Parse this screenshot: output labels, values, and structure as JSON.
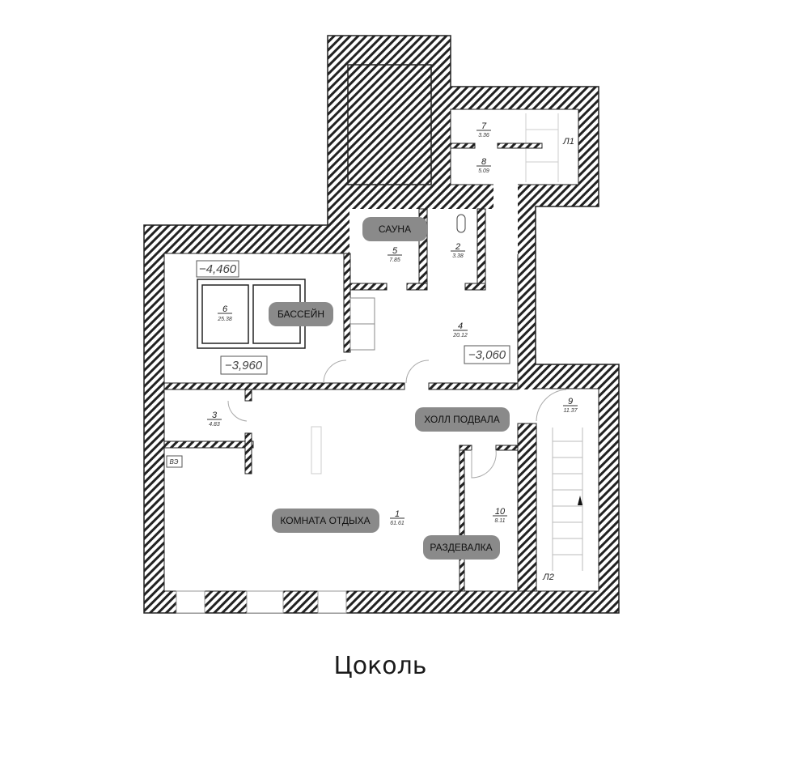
{
  "caption": "Цоколь",
  "rooms": [
    {
      "number": "1",
      "area": "61.61",
      "label": "КОМНАТА ОТДЫХА"
    },
    {
      "number": "2",
      "area": "3.38"
    },
    {
      "number": "3",
      "area": "4.83"
    },
    {
      "number": "4",
      "area": "20.12",
      "label": "ХОЛЛ ПОДВАЛА"
    },
    {
      "number": "5",
      "area": "7.85",
      "label": "САУНА"
    },
    {
      "number": "6",
      "area": "25.38",
      "label": "БАССЕЙН"
    },
    {
      "number": "7",
      "area": "3.36"
    },
    {
      "number": "8",
      "area": "5.09"
    },
    {
      "number": "9",
      "area": "11.37"
    },
    {
      "number": "10",
      "area": "8.11",
      "label": "РАЗДЕВАЛКА"
    }
  ],
  "levels": [
    "−4,460",
    "−3,960",
    "−3,060"
  ],
  "stairs": [
    "Л1",
    "Л2"
  ],
  "equipment": "ВЭ"
}
